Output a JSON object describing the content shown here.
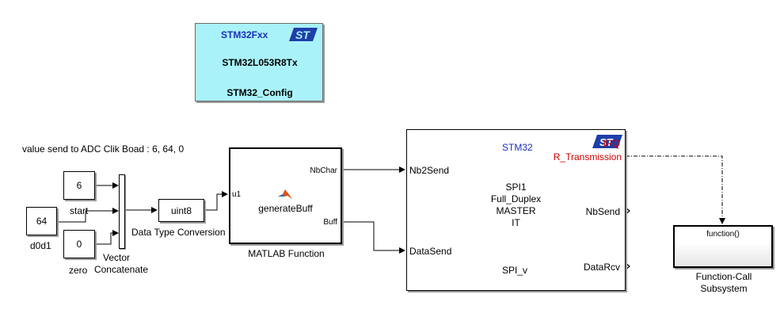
{
  "config_block": {
    "family": "STM32Fxx",
    "device": "STM32L053R8Tx",
    "name": "STM32_Config",
    "fill_color": "#aaf2fa",
    "family_color": "#1a2fbf",
    "logo_icon": "st-logo-icon"
  },
  "annotation": "value send to ADC Clik Boad : 6, 64, 0",
  "constants": [
    {
      "value": "6",
      "label": "start"
    },
    {
      "value": "64",
      "label": "d0d1"
    },
    {
      "value": "0",
      "label": "zero"
    }
  ],
  "concat_block": {
    "label_line1": "Vector",
    "label_line2": "Concatenate"
  },
  "convert_block": {
    "value": "uint8",
    "label": "Data Type Conversion"
  },
  "matlab_block": {
    "inport": "u1",
    "out1": "NbChar",
    "out2": "Buff",
    "center": "generateBuff",
    "label": "MATLAB Function",
    "icon": "matlab-logo-icon"
  },
  "spi_block": {
    "title": "STM32",
    "in1": "Nb2Send",
    "in2": "DataSend",
    "irq": "IRQ",
    "irq_out": "R_Transmission",
    "line1": "SPI1",
    "line2": "Full_Duplex",
    "line3": "MASTER",
    "line4": "IT",
    "out1": "NbSend",
    "out2": "DataRcv",
    "footer": "SPI_v",
    "title_color": "#1a2fbf",
    "irq_color": "#cc0000",
    "logo_icon": "st-logo-icon"
  },
  "fc_block": {
    "port": "function()",
    "label_line1": "Function-Call",
    "label_line2": "Subsystem"
  }
}
